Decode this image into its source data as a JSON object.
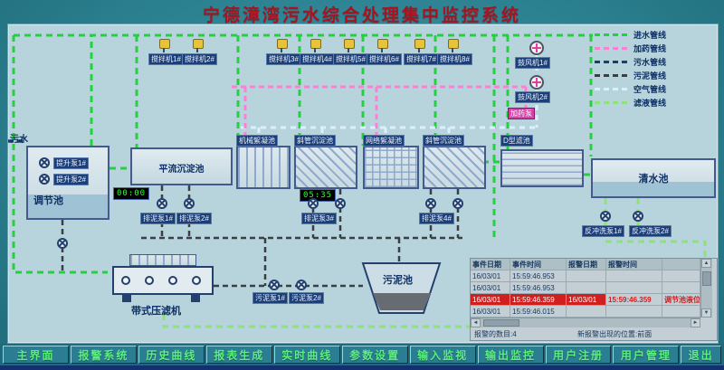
{
  "title": "宁德漳湾污水综合处理集中监控系统",
  "colors": {
    "title_text": "#a81320",
    "nav_text": "#5af07f",
    "panel_bg": "#b7d4dd"
  },
  "icons": {
    "scroll_up": "▲",
    "scroll_down": "▼",
    "scroll_left": "◄",
    "scroll_right": "►"
  },
  "inflow_label": "污水",
  "legend": {
    "items": [
      {
        "label": "进水管线",
        "color": "#21d33b"
      },
      {
        "label": "加药管线",
        "color": "#ff7fd4"
      },
      {
        "label": "污水管线",
        "color": "#16406e"
      },
      {
        "label": "污泥管线",
        "color": "#3a3f46"
      },
      {
        "label": "空气管线",
        "color": "#dceeff"
      },
      {
        "label": "滤液管线",
        "color": "#8fe27a"
      }
    ]
  },
  "tanks": {
    "regulating": "调节池",
    "horizontal_sed": "平流沉淀池",
    "mech_floc": "机械絮凝池",
    "inclined_sed_1": "斜管沉淀池",
    "grid_floc": "网络絮凝池",
    "inclined_sed_2": "斜管沉淀池",
    "d_filter": "D型滤池",
    "clear_water": "清水池",
    "sludge": "污泥池",
    "belt_press": "带式压滤机"
  },
  "devices": {
    "mixers": [
      "搅拌机1#",
      "搅拌机2#",
      "搅拌机3#",
      "搅拌机4#",
      "搅拌机5#",
      "搅拌机6#",
      "搅拌机7#",
      "搅拌机8#"
    ],
    "lift_pumps": [
      "提升泵1#",
      "提升泵2#"
    ],
    "blowers": [
      "鼓风机1#",
      "鼓风机2#"
    ],
    "dosing_pump": "加药泵",
    "drain_pumps": [
      "排泥泵1#",
      "排泥泵2#",
      "排泥泵3#",
      "排泥泵4#"
    ],
    "sludge_pumps": [
      "污泥泵1#",
      "污泥泵2#"
    ],
    "backwash_pumps": [
      "反冲洗泵1#",
      "反冲洗泵2#"
    ],
    "timers": [
      "00:00",
      "05:35"
    ]
  },
  "alarm_panel": {
    "headers": [
      "事件日期",
      "事件时间",
      "报警日期",
      "报警时间"
    ],
    "rows": [
      {
        "date": "16/03/01",
        "time": "15:59:46.953",
        "alarm_date": "",
        "alarm_time": "",
        "tag": ""
      },
      {
        "date": "16/03/01",
        "time": "15:59:46.953",
        "alarm_date": "",
        "alarm_time": "",
        "tag": ""
      },
      {
        "date": "16/03/01",
        "time": "15:59:46.359",
        "alarm_date": "16/03/01",
        "alarm_time": "15:59:46.359",
        "tag": "调节池液位"
      },
      {
        "date": "16/03/01",
        "time": "15:59:46.015",
        "alarm_date": "",
        "alarm_time": "",
        "tag": ""
      }
    ],
    "count_label": "报警的数目:4",
    "position_label": "新报警出现的位置:前面"
  },
  "nav": {
    "buttons": [
      "主界面",
      "报警系统",
      "历史曲线",
      "报表生成",
      "实时曲线",
      "参数设置",
      "输入监视",
      "输出监控",
      "用户注册",
      "用户管理",
      "退出"
    ]
  }
}
